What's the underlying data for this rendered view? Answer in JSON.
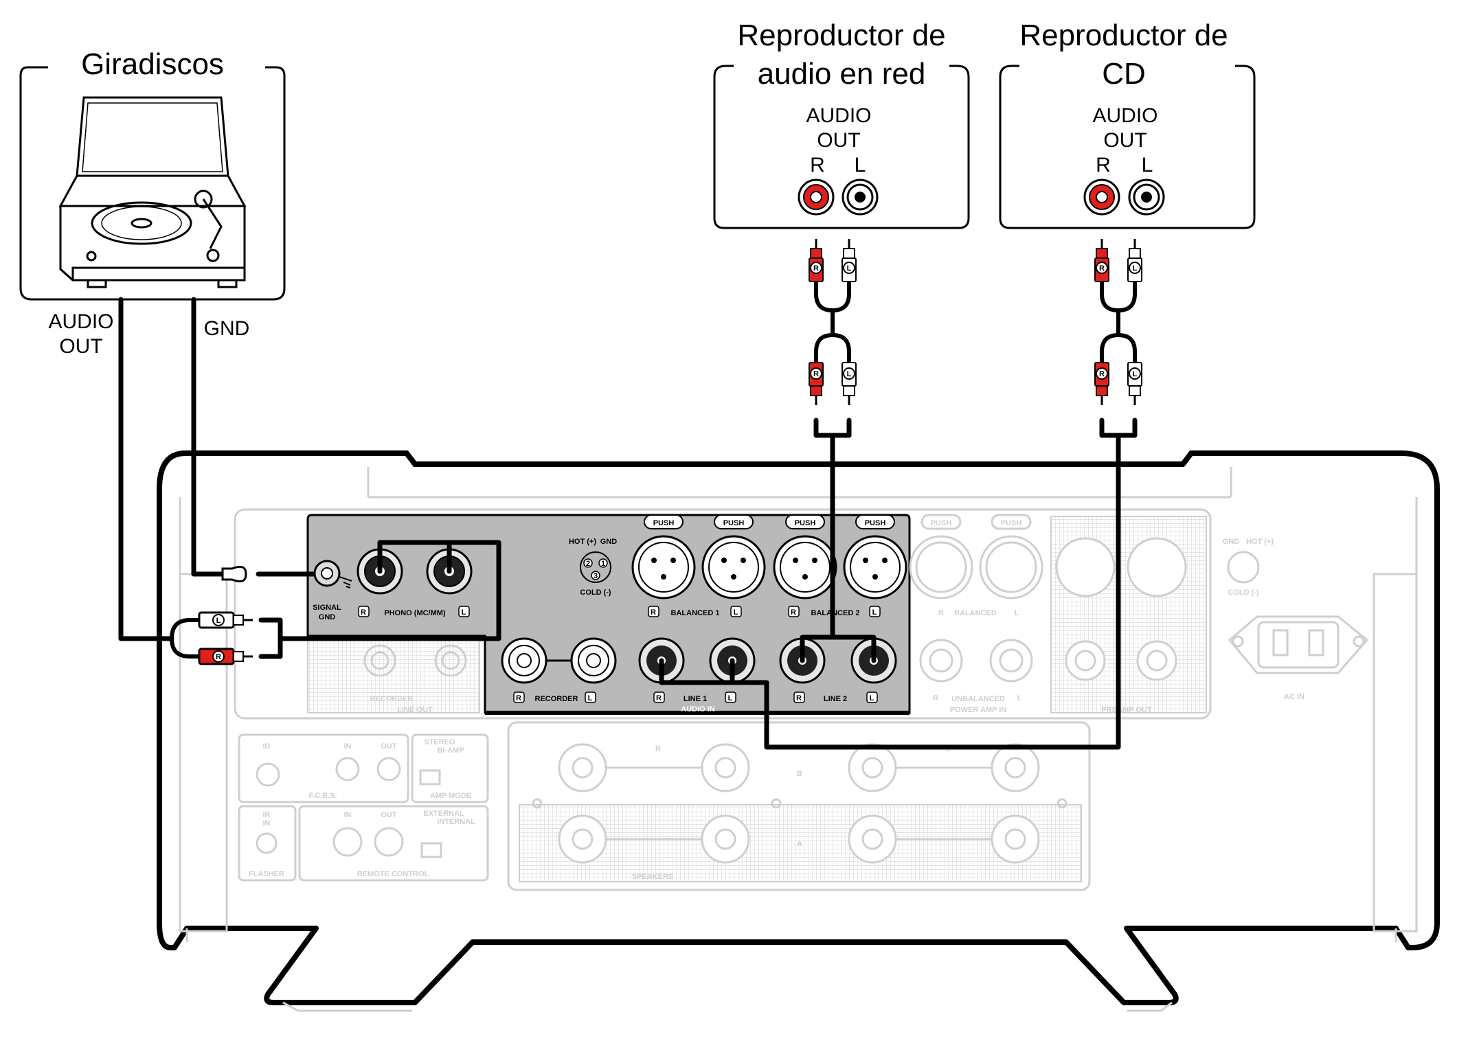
{
  "devices": {
    "turntable": {
      "title": "Giradiscos",
      "audio_out": [
        "AUDIO",
        "OUT"
      ],
      "gnd": "GND"
    },
    "network_player": {
      "title": [
        "Reproductor de",
        "audio en red"
      ],
      "audio_out": [
        "AUDIO",
        "OUT"
      ],
      "r": "R",
      "l": "L"
    },
    "cd_player": {
      "title": [
        "Reproductor de",
        "CD"
      ],
      "audio_out": [
        "AUDIO",
        "OUT"
      ],
      "r": "R",
      "l": "L"
    }
  },
  "plug_letters": {
    "r": "R",
    "l": "L"
  },
  "panel": {
    "push": "PUSH",
    "signal_gnd": [
      "SIGNAL",
      "GND"
    ],
    "phono": "PHONO (MC/MM)",
    "r": "R",
    "l": "L",
    "balanced1": "BALANCED 1",
    "balanced2": "BALANCED 2",
    "balanced": "BALANCED",
    "recorder": "RECORDER",
    "line1": "LINE 1",
    "line2": "LINE 2",
    "audio_in": "AUDIO IN",
    "line_out": "LINE OUT",
    "unbalanced": "UNBALANCED",
    "power_amp_in": "POWER AMP IN",
    "preamp_out": "PREAMP OUT",
    "ac_in": "AC IN",
    "xlr_pin": {
      "hot": "HOT (+)",
      "gnd": "GND",
      "cold": "COLD (-)",
      "n1": "1",
      "n2": "2",
      "n3": "3"
    },
    "id": "ID",
    "in": "IN",
    "out": "OUT",
    "stereo": "STEREO",
    "bi_amp": "BI-AMP",
    "amp_mode": "AMP MODE",
    "fcbs": "F.C.B.S.",
    "ir_in": [
      "IR",
      "IN"
    ],
    "flasher": "FLASHER",
    "external": "EXTERNAL",
    "internal": "INTERNAL",
    "remote_control": "REMOTE CONTROL",
    "speakers": "SPEAKERS",
    "spk_a": "A",
    "spk_b": "B"
  },
  "colors": {
    "ink": "#000000",
    "ghost": "#cfcfcf",
    "input_panel": "#b9b9b9",
    "red_plug": "#e0201a"
  }
}
